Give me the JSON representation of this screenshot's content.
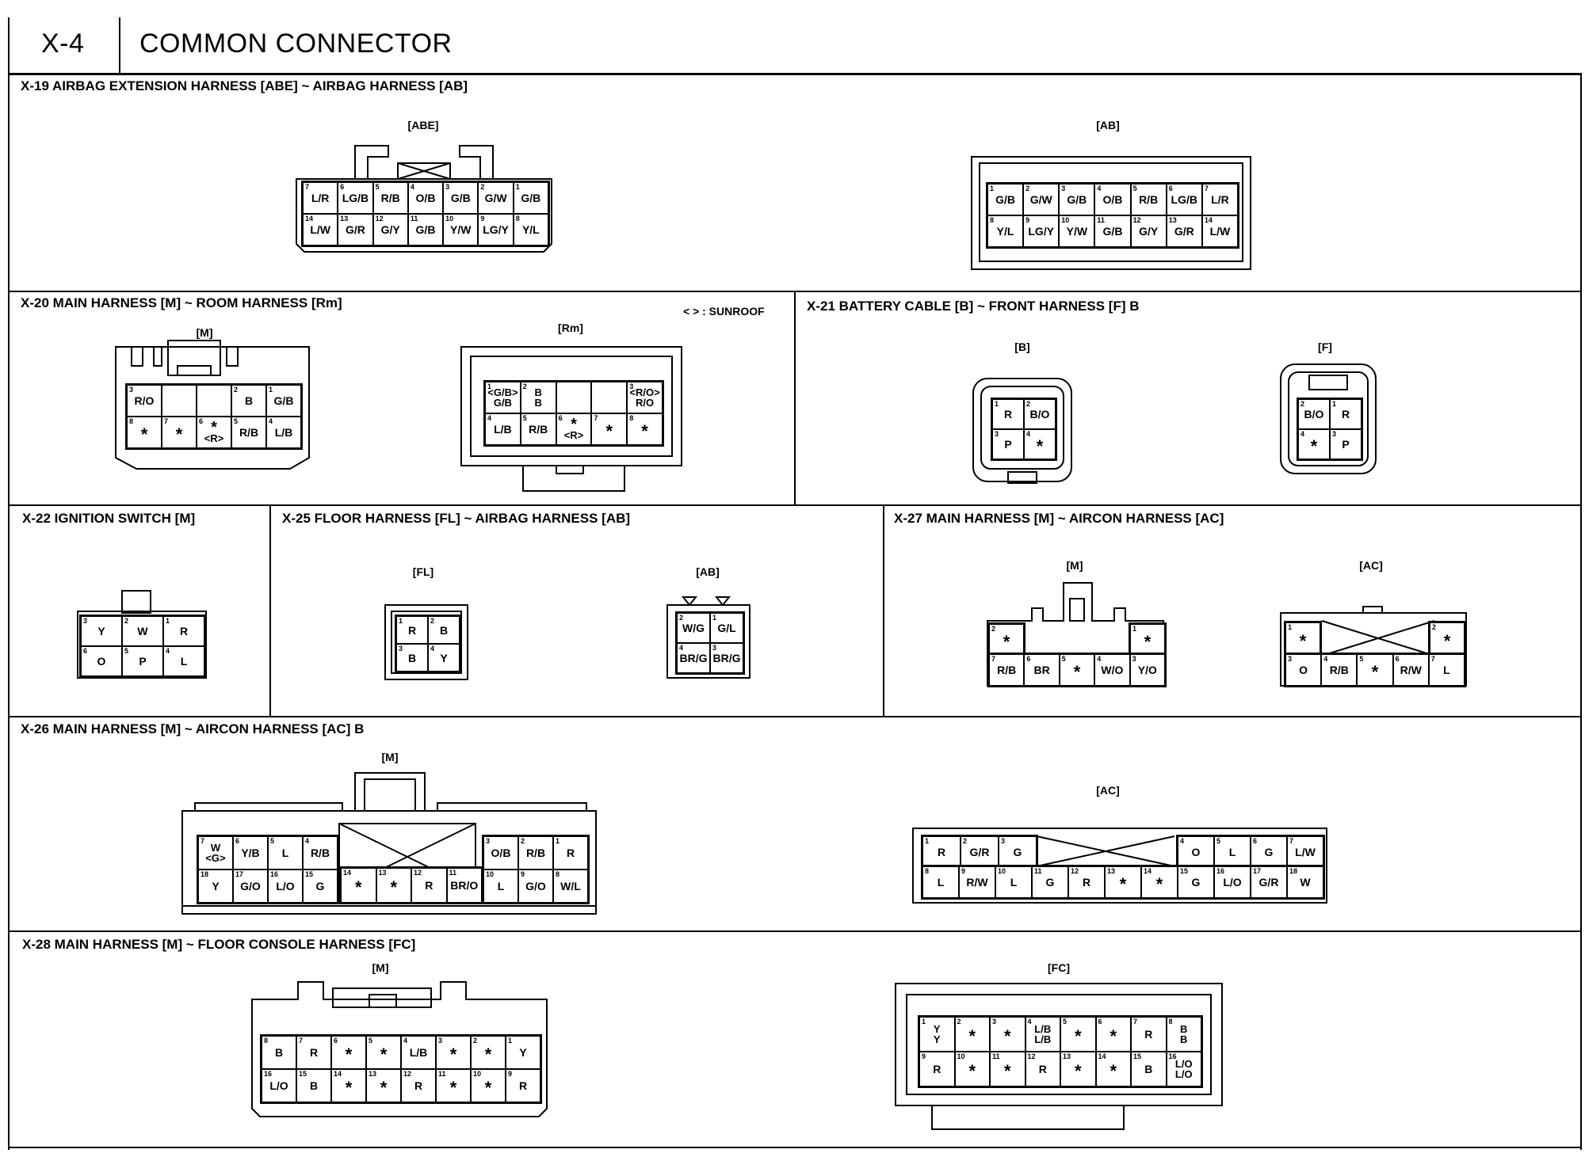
{
  "header": {
    "code": "X-4",
    "title": "COMMON CONNECTOR"
  },
  "sections": {
    "x19": {
      "title": "X-19 AIRBAG EXTENSION HARNESS [ABE] ~ AIRBAG HARNESS [AB]",
      "abe": {
        "label": "[ABE]",
        "rows": [
          [
            [
              "7",
              "L/R"
            ],
            [
              "6",
              "LG/B"
            ],
            [
              "5",
              "R/B"
            ],
            [
              "4",
              "O/B"
            ],
            [
              "3",
              "G/B"
            ],
            [
              "2",
              "G/W"
            ],
            [
              "1",
              "G/B"
            ]
          ],
          [
            [
              "14",
              "L/W"
            ],
            [
              "13",
              "G/R"
            ],
            [
              "12",
              "G/Y"
            ],
            [
              "11",
              "G/B"
            ],
            [
              "10",
              "Y/W"
            ],
            [
              "9",
              "LG/Y"
            ],
            [
              "8",
              "Y/L"
            ]
          ]
        ]
      },
      "ab": {
        "label": "[AB]",
        "rows": [
          [
            [
              "1",
              "G/B"
            ],
            [
              "2",
              "G/W"
            ],
            [
              "3",
              "G/B"
            ],
            [
              "4",
              "O/B"
            ],
            [
              "5",
              "R/B"
            ],
            [
              "6",
              "LG/B"
            ],
            [
              "7",
              "L/R"
            ]
          ],
          [
            [
              "8",
              "Y/L"
            ],
            [
              "9",
              "LG/Y"
            ],
            [
              "10",
              "Y/W"
            ],
            [
              "11",
              "G/B"
            ],
            [
              "12",
              "G/Y"
            ],
            [
              "13",
              "G/R"
            ],
            [
              "14",
              "L/W"
            ]
          ]
        ]
      }
    },
    "x20": {
      "title": "X-20 MAIN HARNESS [M] ~ ROOM HARNESS [Rm]",
      "note": "< > : SUNROOF",
      "m": {
        "label": "[M]",
        "rows": [
          [
            [
              "3",
              "R/O"
            ],
            [
              "",
              ""
            ],
            [
              "",
              ""
            ],
            [
              "2",
              "B"
            ],
            [
              "1",
              "G/B"
            ]
          ],
          [
            [
              "8",
              "*"
            ],
            [
              "7",
              "*"
            ],
            [
              "6",
              "* <R>"
            ],
            [
              "5",
              "R/B"
            ],
            [
              "4",
              "L/B"
            ]
          ]
        ]
      },
      "rm": {
        "label": "[Rm]",
        "rows": [
          [
            [
              "1",
              "<G/B> G/B"
            ],
            [
              "2",
              "B B"
            ],
            [
              "",
              ""
            ],
            [
              "",
              ""
            ],
            [
              "3",
              "<R/O> R/O"
            ]
          ],
          [
            [
              "4",
              "L/B"
            ],
            [
              "5",
              "R/B"
            ],
            [
              "6",
              "* <R>"
            ],
            [
              "7",
              "*"
            ],
            [
              "8",
              "*"
            ]
          ]
        ]
      }
    },
    "x21": {
      "title": "X-21 BATTERY CABLE [B] ~ FRONT HARNESS [F] B",
      "b": {
        "label": "[B]",
        "rows": [
          [
            [
              "1",
              "R"
            ],
            [
              "2",
              "B/O"
            ]
          ],
          [
            [
              "3",
              "P"
            ],
            [
              "4",
              "*"
            ]
          ]
        ]
      },
      "f": {
        "label": "[F]",
        "rows": [
          [
            [
              "2",
              "B/O"
            ],
            [
              "1",
              "R"
            ]
          ],
          [
            [
              "4",
              "*"
            ],
            [
              "3",
              "P"
            ]
          ]
        ]
      }
    },
    "x22": {
      "title": "X-22 IGNITION SWITCH [M]",
      "rows": [
        [
          [
            "3",
            "Y"
          ],
          [
            "2",
            "W"
          ],
          [
            "1",
            "R"
          ]
        ],
        [
          [
            "6",
            "O"
          ],
          [
            "5",
            "P"
          ],
          [
            "4",
            "L"
          ]
        ]
      ]
    },
    "x25": {
      "title": "X-25 FLOOR HARNESS [FL] ~ AIRBAG HARNESS [AB]",
      "fl": {
        "label": "[FL]",
        "rows": [
          [
            [
              "1",
              "R"
            ],
            [
              "2",
              "B"
            ]
          ],
          [
            [
              "3",
              "B"
            ],
            [
              "4",
              "Y"
            ]
          ]
        ]
      },
      "ab": {
        "label": "[AB]",
        "rows": [
          [
            [
              "2",
              "W/G"
            ],
            [
              "1",
              "G/L"
            ]
          ],
          [
            [
              "4",
              "BR/G"
            ],
            [
              "3",
              "BR/G"
            ]
          ]
        ]
      }
    },
    "x27": {
      "title": "X-27 MAIN HARNESS [M] ~ AIRCON HARNESS [AC]",
      "m": {
        "label": "[M]",
        "top": [
          [
            "2",
            "*"
          ],
          [
            "1",
            "*"
          ]
        ],
        "rows": [
          [
            [
              "7",
              "R/B"
            ],
            [
              "6",
              "BR"
            ],
            [
              "5",
              "*"
            ],
            [
              "4",
              "W/O"
            ],
            [
              "3",
              "Y/O"
            ]
          ]
        ]
      },
      "ac": {
        "label": "[AC]",
        "top": [
          [
            "1",
            "*"
          ],
          [
            "2",
            "*"
          ]
        ],
        "rows": [
          [
            [
              "3",
              "O"
            ],
            [
              "4",
              "R/B"
            ],
            [
              "5",
              "*"
            ],
            [
              "6",
              "R/W"
            ],
            [
              "7",
              "L"
            ]
          ]
        ]
      }
    },
    "x26": {
      "title": "X-26 MAIN HARNESS [M] ~ AIRCON HARNESS [AC] B",
      "m": {
        "label": "[M]",
        "left": [
          [
            [
              "7",
              "W <G>"
            ],
            [
              "6",
              "Y/B"
            ],
            [
              "5",
              "L"
            ],
            [
              "4",
              "R/B"
            ]
          ],
          [
            [
              "18",
              "Y"
            ],
            [
              "17",
              "G/O"
            ],
            [
              "16",
              "L/O"
            ],
            [
              "15",
              "G"
            ]
          ]
        ],
        "mid": [
          [
            "14",
            "*"
          ],
          [
            "13",
            "*"
          ],
          [
            "12",
            "R"
          ],
          [
            "11",
            "BR/O"
          ]
        ],
        "right": [
          [
            [
              "3",
              "O/B"
            ],
            [
              "2",
              "R/B"
            ],
            [
              "1",
              "R"
            ]
          ],
          [
            [
              "10",
              "L"
            ],
            [
              "9",
              "G/O"
            ],
            [
              "8",
              "W/L"
            ]
          ]
        ]
      },
      "ac": {
        "label": "[AC]",
        "top": [
          [
            "1",
            "R"
          ],
          [
            "2",
            "G/R"
          ],
          [
            "3",
            "G"
          ],
          [
            "4",
            "O"
          ],
          [
            "5",
            "L"
          ],
          [
            "6",
            "G"
          ],
          [
            "7",
            "L/W"
          ]
        ],
        "bottom": [
          [
            "8",
            "L"
          ],
          [
            "9",
            "R/W"
          ],
          [
            "10",
            "L"
          ],
          [
            "11",
            "G"
          ],
          [
            "12",
            "R"
          ],
          [
            "13",
            "*"
          ],
          [
            "14",
            "*"
          ],
          [
            "15",
            "G"
          ],
          [
            "16",
            "L/O"
          ],
          [
            "17",
            "G/R"
          ],
          [
            "18",
            "W"
          ]
        ]
      }
    },
    "x28": {
      "title": "X-28 MAIN HARNESS [M] ~ FLOOR CONSOLE HARNESS [FC]",
      "m": {
        "label": "[M]",
        "rows": [
          [
            [
              "8",
              "B"
            ],
            [
              "7",
              "R"
            ],
            [
              "6",
              "*"
            ],
            [
              "5",
              "*"
            ],
            [
              "4",
              "L/B"
            ],
            [
              "3",
              "*"
            ],
            [
              "2",
              "*"
            ],
            [
              "1",
              "Y"
            ]
          ],
          [
            [
              "16",
              "L/O"
            ],
            [
              "15",
              "B"
            ],
            [
              "14",
              "*"
            ],
            [
              "13",
              "*"
            ],
            [
              "12",
              "R"
            ],
            [
              "11",
              "*"
            ],
            [
              "10",
              "*"
            ],
            [
              "9",
              "R"
            ]
          ]
        ]
      },
      "fc": {
        "label": "[FC]",
        "rows": [
          [
            [
              "1",
              "Y Y"
            ],
            [
              "2",
              "*"
            ],
            [
              "3",
              "*"
            ],
            [
              "4",
              "L/B L/B"
            ],
            [
              "5",
              "*"
            ],
            [
              "6",
              "*"
            ],
            [
              "7",
              "R"
            ],
            [
              "8",
              "B B"
            ]
          ],
          [
            [
              "9",
              "R"
            ],
            [
              "10",
              "*"
            ],
            [
              "11",
              "*"
            ],
            [
              "12",
              "R"
            ],
            [
              "13",
              "*"
            ],
            [
              "14",
              "*"
            ],
            [
              "15",
              "B"
            ],
            [
              "16",
              "L/O L/O"
            ]
          ]
        ]
      }
    }
  }
}
